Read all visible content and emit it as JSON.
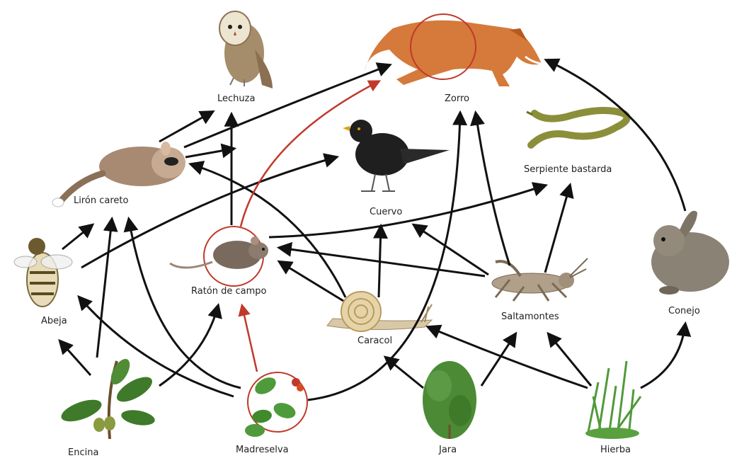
{
  "organisms": {
    "lechuza": "Lechuza",
    "zorro": "Zorro",
    "liron": "Lirón careto",
    "cuervo": "Cuervo",
    "serpiente": "Serpiente bastarda",
    "abeja": "Abeja",
    "raton": "Ratón de campo",
    "caracol": "Caracol",
    "saltamontes": "Saltamontes",
    "conejo": "Conejo",
    "encina": "Encina",
    "madreselva": "Madreselva",
    "jara": "Jara",
    "hierba": "Hierba"
  },
  "colors": {
    "arrow": "#111111",
    "highlight": "#c0392b"
  }
}
